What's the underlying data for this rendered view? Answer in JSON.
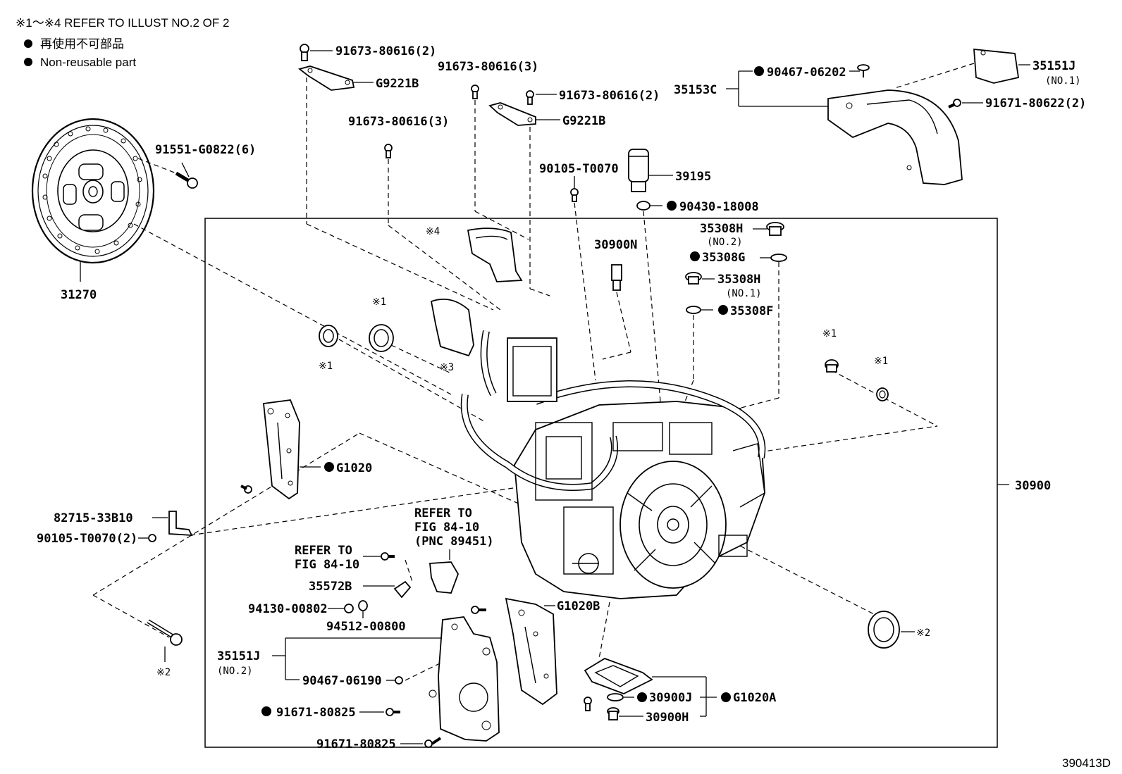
{
  "header": {
    "refer_note": "※1～※4 REFER TO ILLUST NO.2 OF 2",
    "legend_jp": "再使用不可部品",
    "legend_en": "Non-reusable part"
  },
  "figure_code": "390413D",
  "labels": {
    "p91673_80616_2_top": "91673-80616(2)",
    "pG9221B_a": "G9221B",
    "p91673_80616_3_a": "91673-80616(3)",
    "p91673_80616_2_b": "91673-80616(2)",
    "pG9221B_b": "G9221B",
    "p91673_80616_3_b": "91673-80616(3)",
    "p90105_T0070": "90105-T0070",
    "p39195": "39195",
    "p90430_18008": "90430-18008",
    "p90467_06202": "90467-06202",
    "p35153C": "35153C",
    "p35151J_a": "35151J",
    "p35151J_a_sub": "(NO.1)",
    "p91671_80622": "91671-80622(2)",
    "p91551_G0822": "91551-G0822(6)",
    "p31270": "31270",
    "p35308H_a": "35308H",
    "p35308H_a_sub": "(NO.2)",
    "p35308G": "35308G",
    "p35308H_b": "35308H",
    "p35308H_b_sub": "(NO.1)",
    "p35308F": "35308F",
    "p30900N": "30900N",
    "ref4": "※4",
    "ref1_a": "※1",
    "ref1_b": "※1",
    "ref3": "※3",
    "ref1_c": "※1",
    "ref1_d": "※1",
    "pG1020": "G1020",
    "p30900": "30900",
    "p82715_33B10": "82715-33B10",
    "p90105_T0070_2": "90105-T0070(2)",
    "refer_a1": "REFER TO",
    "refer_a2": "FIG 84-10",
    "refer_a3": "(PNC 89451)",
    "refer_b1": "REFER TO",
    "refer_b2": "FIG 84-10",
    "p35572B": "35572B",
    "p94130_00802": "94130-00802",
    "p94512_00800": "94512-00800",
    "pG1020B": "G1020B",
    "ref2_a": "※2",
    "ref2_b": "※2",
    "p35151J_b": "35151J",
    "p35151J_b_sub": "(NO.2)",
    "p90467_06190": "90467-06190",
    "p91671_80825_a": "91671-80825",
    "p91671_80825_b": "91671-80825",
    "p30900J": "30900J",
    "pG1020A": "G1020A",
    "p30900H": "30900H"
  }
}
